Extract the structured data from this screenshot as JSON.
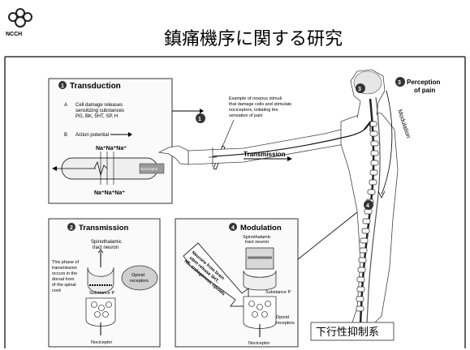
{
  "logo": {
    "org": "NCCH"
  },
  "title": "鎮痛機序に関する研究",
  "panel_transduction": {
    "num": "1",
    "heading": "Transduction",
    "line_a_letter": "A",
    "line_a": [
      "Cell damage releases",
      "sensitizing substances",
      "PG, BK, 5HT, SP, H"
    ],
    "line_b_letter": "B",
    "line_b": "Action potential",
    "ions_top": "Na⁺Na⁺Na⁺",
    "ions_bottom": "Na⁺Na⁺Na⁺",
    "receptor": "Nociceptor"
  },
  "stimulus_note": [
    "Example of noxious stimuli",
    "that damage cells and stimulate",
    "nociceptors, initiating the",
    "sensation of pain"
  ],
  "stimulus_num": "1",
  "arm_label": "Transmission",
  "perception": {
    "num": "3",
    "label": [
      "Perception",
      "of pain"
    ]
  },
  "spine_labels": {
    "modulation": "Modulation",
    "num3": "3",
    "num4": "4"
  },
  "panel_transmission": {
    "num": "2",
    "heading": "Transmission",
    "neuron": [
      "Spinothalamic",
      "tract neuron"
    ],
    "side_note": [
      "This phase of",
      "transmission",
      "occurs in the",
      "dorsal horn",
      "of the spinal",
      "cord"
    ],
    "substance": "Substance P",
    "opioid": [
      "Opioid",
      "receptors"
    ],
    "nociceptor": "Nociceptor"
  },
  "panel_modulation": {
    "num": "4",
    "heading": "Modulation",
    "neuron": [
      "Spinothalamic",
      "tract neuron"
    ],
    "arrow_text": [
      "Neurons from brain",
      "stem release 5HT,",
      "NE, endogenous opioids"
    ],
    "substance": "Substance P",
    "opioid": [
      "Opioid",
      "receptors"
    ],
    "nociceptor": "Nociceptor"
  },
  "footer_label": "下行性抑制系"
}
